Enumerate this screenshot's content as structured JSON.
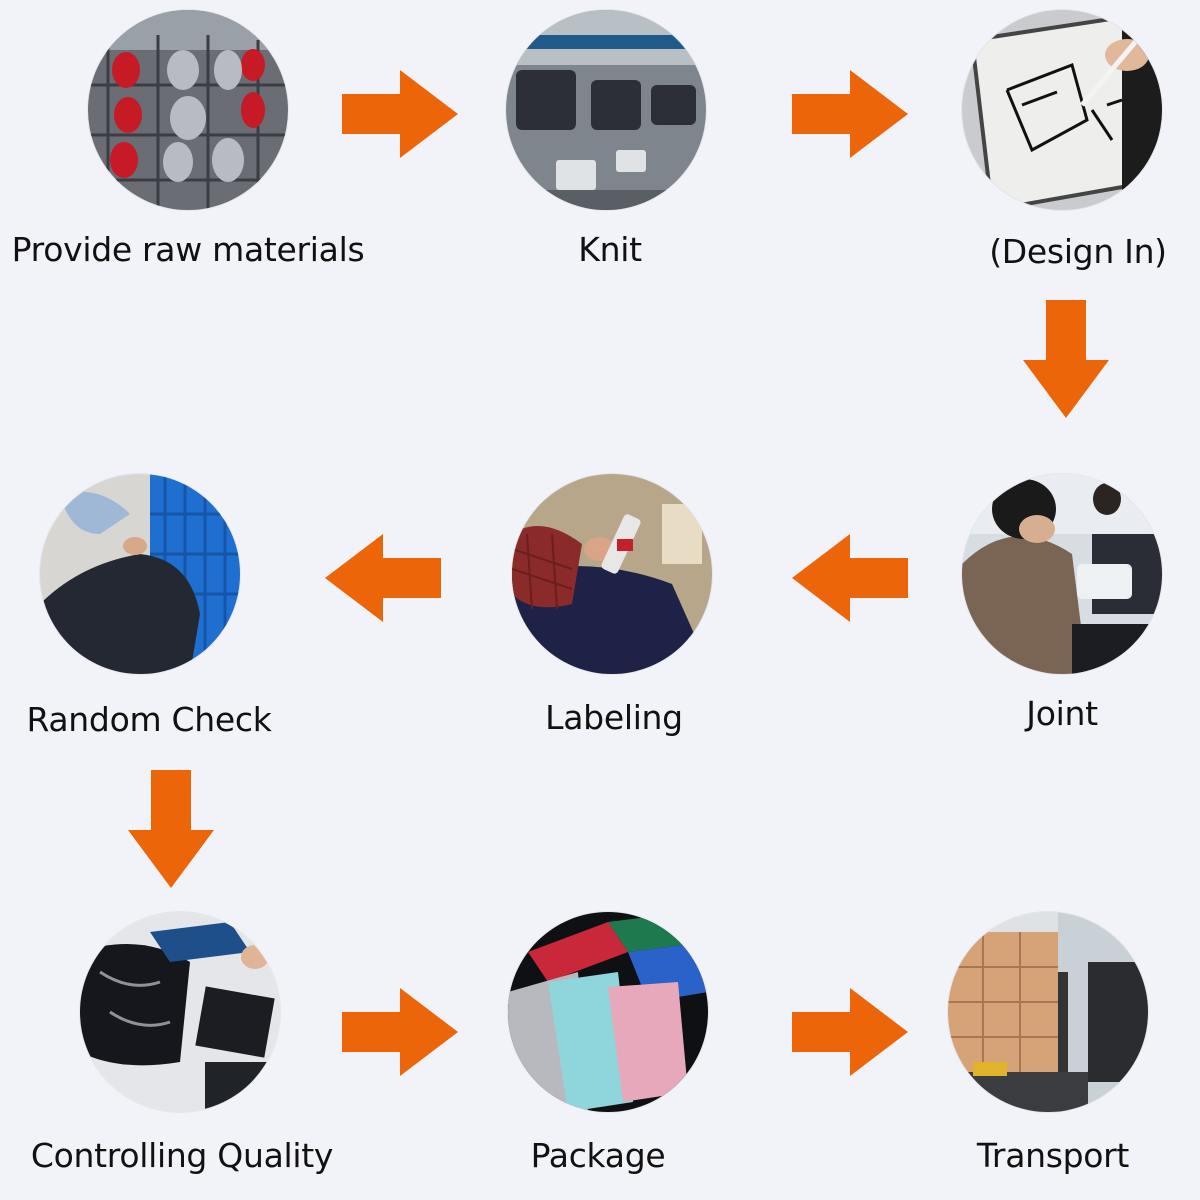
{
  "steps": [
    {
      "label": "Provide raw materials",
      "icon": "yarn-spools-photo"
    },
    {
      "label": "Knit",
      "icon": "knitting-machines-photo"
    },
    {
      "label": "(Design In)",
      "icon": "tablet-drawing-photo"
    },
    {
      "label": "Joint",
      "icon": "sewing-worker-photo"
    },
    {
      "label": "Labeling",
      "icon": "label-tagging-photo"
    },
    {
      "label": "Random Check",
      "icon": "garment-inspection-photo"
    },
    {
      "label": "Controlling Quality",
      "icon": "garment-pile-photo"
    },
    {
      "label": "Package",
      "icon": "packaged-underwear-photo"
    },
    {
      "label": "Transport",
      "icon": "truck-loading-photo"
    }
  ],
  "colors": {
    "arrow": "#ec6509",
    "background": "#f2f3f8",
    "text": "#111111"
  }
}
